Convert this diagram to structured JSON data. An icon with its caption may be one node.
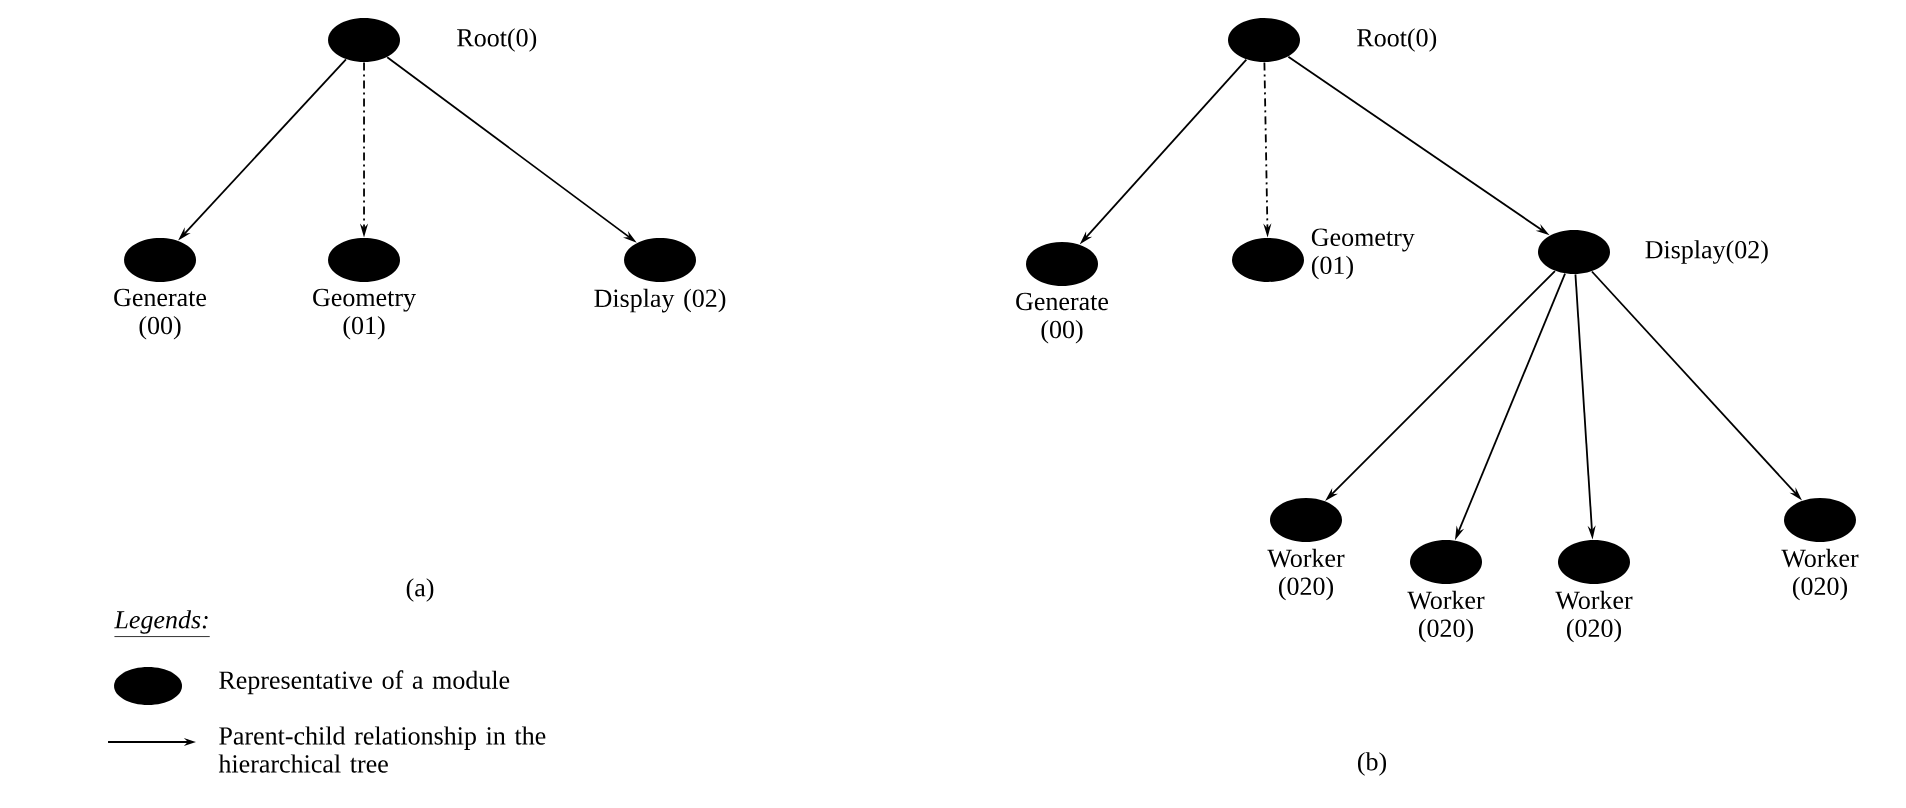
{
  "diagram": {
    "nodes": [
      {
        "text": [
          "Root(0)"
        ]
      },
      {
        "text": [
          "Generate (00)"
        ]
      },
      {
        "text": [
          "Geometry (01)"
        ]
      },
      {
        "text": [
          "Display (02)"
        ]
      },
      {
        "text": [
          "Root(0)"
        ]
      },
      {
        "text": [
          "Generate (00)"
        ]
      },
      {
        "text": [
          "Geometry (01)"
        ]
      },
      {
        "text": [
          "Display(02)"
        ]
      },
      {
        "text": [
          "Worker (020)"
        ]
      },
      {
        "text": [
          "Worker (020)"
        ]
      },
      {
        "text": [
          "Worker (020)"
        ]
      },
      {
        "text": [
          "Worker (020)"
        ]
      }
    ],
    "edges": [
      {
        "from": 0,
        "to": 1,
        "arrow": "to"
      },
      {
        "from": 0,
        "to": 2,
        "arrow": "to",
        "style": "dashed"
      },
      {
        "from": 0,
        "to": 3,
        "arrow": "to"
      },
      {
        "from": 4,
        "to": 5,
        "arrow": "to"
      },
      {
        "from": 4,
        "to": 6,
        "arrow": "to",
        "style": "dashed"
      },
      {
        "from": 4,
        "to": 7,
        "arrow": "to"
      },
      {
        "from": 7,
        "to": 8,
        "arrow": "to"
      },
      {
        "from": 7,
        "to": 9,
        "arrow": "to"
      },
      {
        "from": 7,
        "to": 10,
        "arrow": "to"
      },
      {
        "from": 7,
        "to": 11,
        "arrow": "to"
      }
    ],
    "labels": [
      "(a)",
      "Legends:",
      "(b)"
    ],
    "legend": [
      {
        "text": "Representative of a module"
      },
      {
        "text": "Parent-child relationship in the hierarchical tree"
      }
    ]
  }
}
